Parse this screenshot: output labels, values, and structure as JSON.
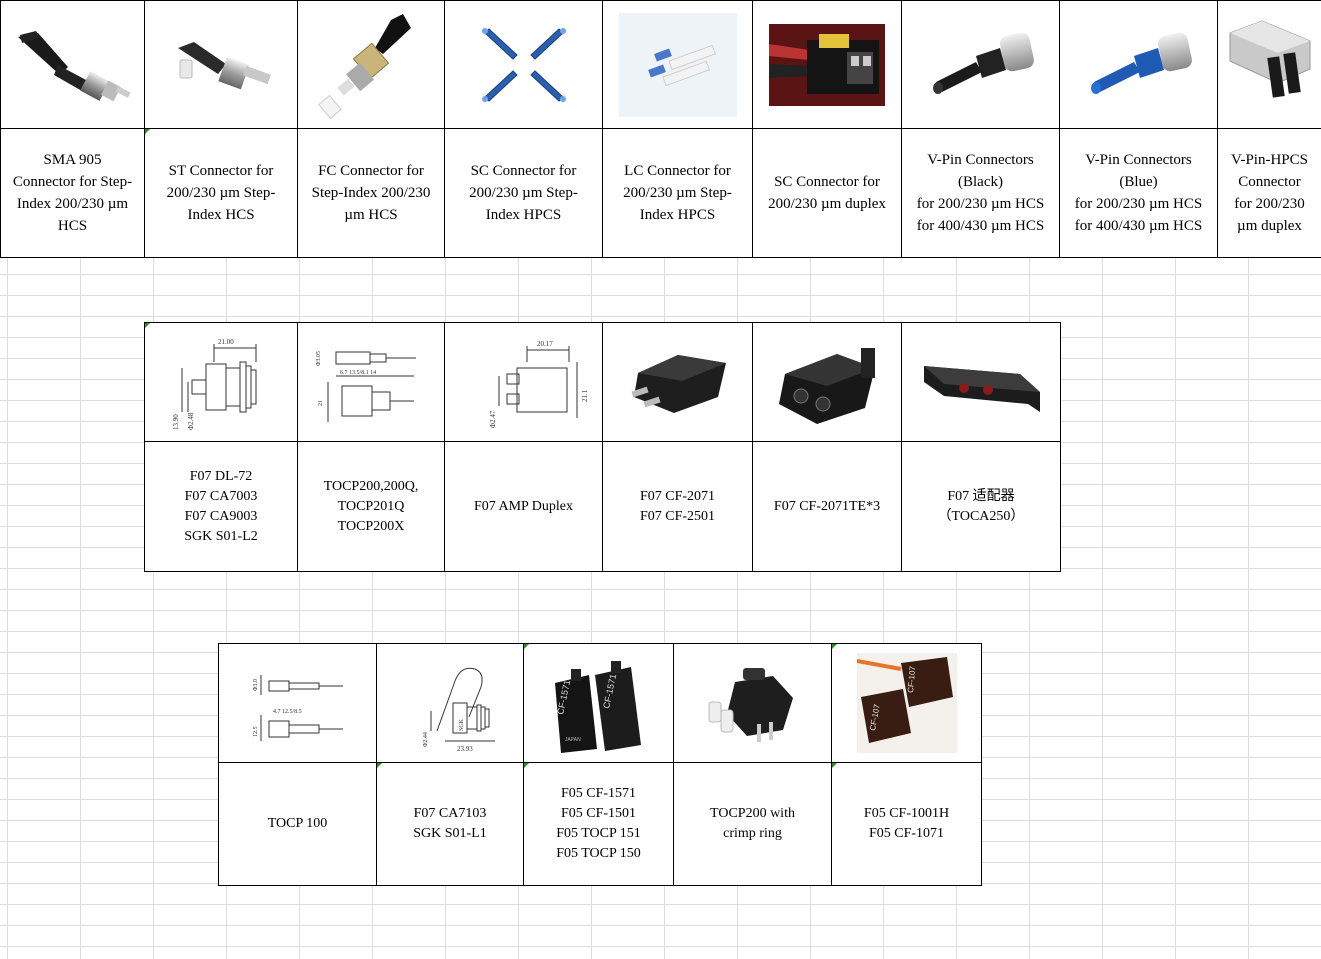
{
  "table1": {
    "labels": [
      "SMA 905 Connector for Step-Index 200/230 µm HCS",
      "ST Connector for 200/230 µm Step-Index HCS",
      "FC Connector for Step-Index 200/230 µm HCS",
      "SC Connector for 200/230 µm Step-Index HPCS",
      "LC Connector for 200/230 µm Step-Index HPCS",
      "SC Connector for 200/230 µm  duplex",
      "V-Pin Connectors (Black) for 200/230 µm HCS for 400/430 µm HCS",
      "V-Pin Connectors (Blue) for 200/230 µm HCS for 400/430 µm HCS",
      "V-Pin-HPCS Connector for 200/230 µm  duplex"
    ],
    "label_lines": [
      [
        "SMA 905",
        "Connector for Step-",
        "Index 200/230 µm",
        "HCS"
      ],
      [
        "ST Connector for",
        "200/230 µm Step-",
        "Index HCS"
      ],
      [
        "FC Connector for",
        "Step-Index 200/230",
        "µm HCS"
      ],
      [
        "SC Connector for",
        "200/230 µm Step-",
        "Index HPCS"
      ],
      [
        "LC Connector for",
        "200/230 µm Step-",
        "Index HPCS"
      ],
      [
        "SC Connector for",
        "200/230 µm  duplex"
      ],
      [
        "V-Pin Connectors",
        "(Black)",
        "for 200/230 µm HCS",
        "for 400/430 µm HCS"
      ],
      [
        "V-Pin Connectors",
        "(Blue)",
        "for 200/230 µm HCS",
        "for 400/430 µm HCS"
      ],
      [
        "V-Pin-HPCS",
        "Connector",
        "for 200/230",
        "µm   duplex"
      ]
    ]
  },
  "table2": {
    "label_lines": [
      [
        "F07 DL-72",
        "F07 CA7003",
        "F07 CA9003",
        "SGK S01-L2"
      ],
      [
        "TOCP200,200Q,",
        "TOCP201Q",
        "TOCP200X"
      ],
      [
        "F07 AMP Duplex"
      ],
      [
        "F07 CF-2071",
        "F07 CF-2501"
      ],
      [
        "F07  CF-2071TE*3"
      ],
      [
        "F07 适配器",
        "（TOCA250）"
      ]
    ],
    "drawing_text": {
      "d1_top": "21.00",
      "d1_left": "13.90",
      "d1_phi": "Φ2.48",
      "d2_top": "Φ3.05",
      "d2_mid": "6.7   13.5/8.1      14",
      "d2_left": "21",
      "d3_top": "20.17",
      "d3_right": "21.1",
      "d3_phi": "Φ2.47"
    }
  },
  "table3": {
    "label_lines": [
      [
        "TOCP 100"
      ],
      [
        "F07 CA7103",
        "SGK S01-L1"
      ],
      [
        "F05 CF-1571",
        "F05 CF-1501",
        "F05 TOCP 151",
        "F05 TOCP 150"
      ],
      [
        "TOCP200 with",
        "crimp ring"
      ],
      [
        "F05  CF-1001H",
        "F05 CF-1071"
      ]
    ],
    "drawing_text": {
      "t1_a": "Φ3.0",
      "t1_b": "12.5",
      "t1_c": "4.7   12.5/8.5",
      "t2_a": "23.93",
      "t2_b": "Φ2.44",
      "t2_c": "SGK",
      "print_a": "CF-1571",
      "print_b": "CF-1571",
      "print_c": "JAPAN",
      "print_d": "CF-107",
      "print_e": "CF-107"
    }
  }
}
